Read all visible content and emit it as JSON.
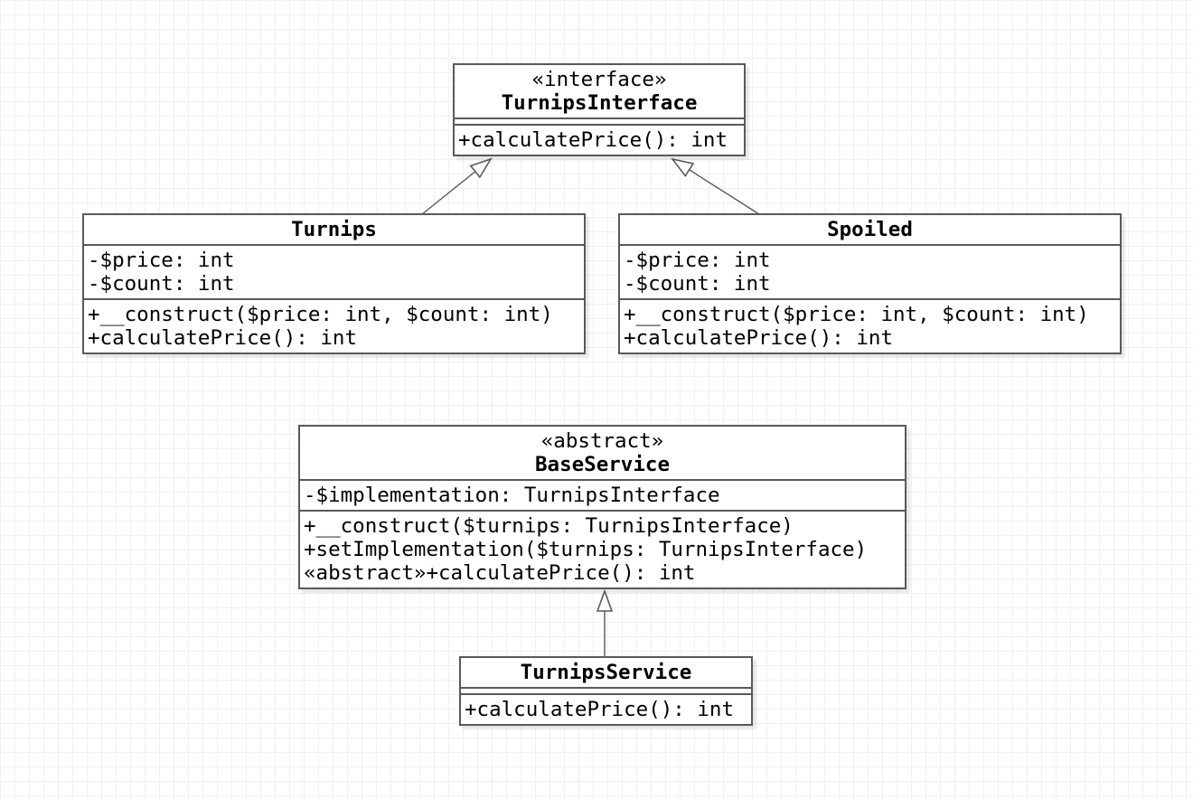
{
  "diagram": {
    "kind": "uml-class-diagram",
    "classes": [
      {
        "id": "TurnipsInterface",
        "stereotype": "«interface»",
        "name": "TurnipsInterface",
        "fields": [],
        "methods": [
          "+calculatePrice(): int"
        ]
      },
      {
        "id": "Turnips",
        "name": "Turnips",
        "fields": [
          "-$price: int",
          "-$count: int"
        ],
        "methods": [
          "+__construct($price: int, $count: int)",
          "+calculatePrice(): int"
        ]
      },
      {
        "id": "Spoiled",
        "name": "Spoiled",
        "fields": [
          "-$price: int",
          "-$count: int"
        ],
        "methods": [
          "+__construct($price: int, $count: int)",
          "+calculatePrice(): int"
        ]
      },
      {
        "id": "BaseService",
        "stereotype": "«abstract»",
        "name": "BaseService",
        "fields": [
          "-$implementation: TurnipsInterface"
        ],
        "methods": [
          "+__construct($turnips: TurnipsInterface)",
          "+setImplementation($turnips: TurnipsInterface)",
          "«abstract»+calculatePrice(): int"
        ]
      },
      {
        "id": "TurnipsService",
        "name": "TurnipsService",
        "fields": [],
        "methods": [
          "+calculatePrice(): int"
        ]
      }
    ],
    "relationships": [
      {
        "from": "Turnips",
        "to": "TurnipsInterface",
        "type": "generalization",
        "line": "solid",
        "arrowhead": "hollow-triangle"
      },
      {
        "from": "Spoiled",
        "to": "TurnipsInterface",
        "type": "generalization",
        "line": "solid",
        "arrowhead": "hollow-triangle"
      },
      {
        "from": "TurnipsService",
        "to": "BaseService",
        "type": "generalization",
        "line": "solid",
        "arrowhead": "hollow-triangle"
      }
    ],
    "colors": {
      "shape_border": "#595959",
      "shape_fill": "#ffffff",
      "text": "#000000",
      "grid_line": "#f0f0f3",
      "background": "#ffffff"
    }
  }
}
